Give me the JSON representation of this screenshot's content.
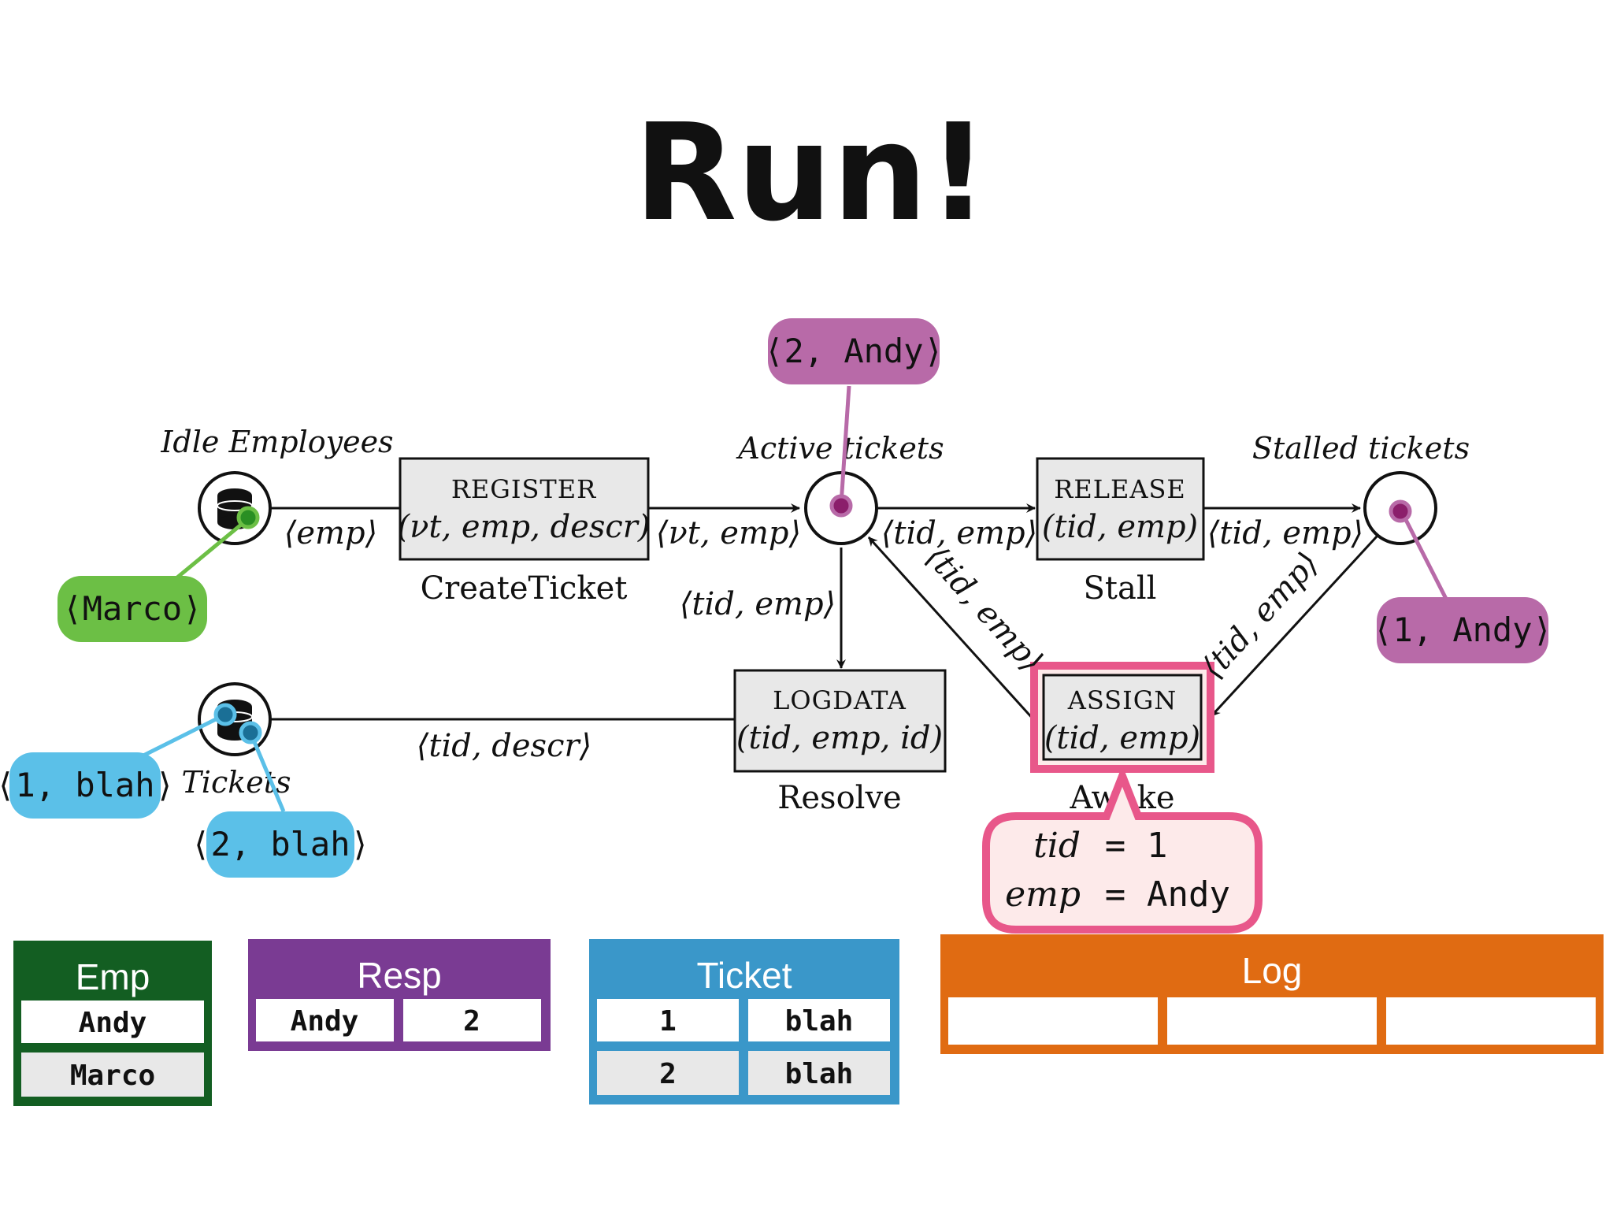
{
  "title": "Run!",
  "places": {
    "idle": "Idle Employees",
    "active": "Active tickets",
    "stalled": "Stalled tickets",
    "tickets": "Tickets"
  },
  "transitions": {
    "register": {
      "name": "REGISTER",
      "params": "(νt, emp, descr)",
      "caption": "CreateTicket"
    },
    "release": {
      "name": "RELEASE",
      "params": "(tid, emp)",
      "caption": "Stall"
    },
    "logdata": {
      "name": "LOGDATA",
      "params": "(tid, emp, id)",
      "caption": "Resolve"
    },
    "assign": {
      "name": "ASSIGN",
      "params": "(tid, emp)",
      "caption": "Awake"
    }
  },
  "arcs": {
    "idle_to_register": "⟨emp⟩",
    "register_to_active": "⟨νt, emp⟩",
    "active_to_release": "⟨tid, emp⟩",
    "release_to_stalled": "⟨tid, emp⟩",
    "active_to_logdata": "⟨tid, emp⟩",
    "assign_to_active": "⟨tid, emp⟩",
    "stalled_to_assign": "⟨tid, emp⟩",
    "logdata_to_tickets": "⟨tid, descr⟩"
  },
  "tokens": {
    "active": "⟨2, Andy⟩",
    "idle": "⟨Marco⟩",
    "stalled": "⟨1, Andy⟩",
    "ticket1": "⟨1, blah⟩",
    "ticket2": "⟨2, blah⟩"
  },
  "binding": {
    "tid_var": "tid",
    "tid_eq": "=",
    "tid_val": "1",
    "emp_var": "emp",
    "emp_eq": "=",
    "emp_val": "Andy"
  },
  "tables": {
    "emp": {
      "header": "Emp",
      "rows": [
        [
          "Andy"
        ],
        [
          "Marco"
        ]
      ]
    },
    "resp": {
      "header": "Resp",
      "rows": [
        [
          "Andy",
          "2"
        ]
      ]
    },
    "ticket": {
      "header": "Ticket",
      "rows": [
        [
          "1",
          "blah"
        ],
        [
          "2",
          "blah"
        ]
      ]
    },
    "log": {
      "header": "Log",
      "rows": [
        [
          "",
          "",
          ""
        ]
      ]
    }
  },
  "colors": {
    "green_token": "#6cbf45",
    "magenta_token": "#b86aa8",
    "blue_token": "#5bc0e8",
    "assign_highlight": "#e8578a",
    "assign_fill": "#fdeaea",
    "transition_fill": "#e8e8e8",
    "emp_table": "#135e22",
    "resp_table": "#7a3b93",
    "ticket_table": "#3a97c9",
    "log_table": "#e06b12"
  }
}
